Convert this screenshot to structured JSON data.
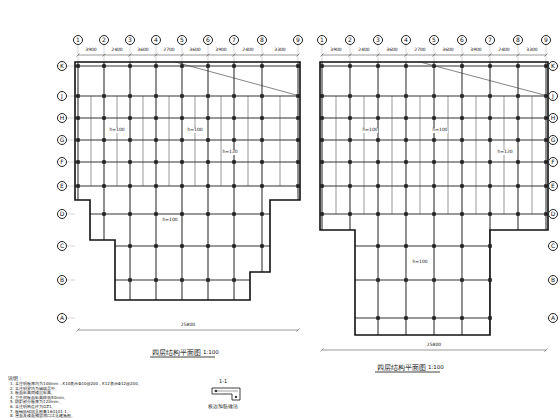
{
  "diagram": {
    "nodes": [
      {
        "text": [
          "1"
        ]
      },
      {
        "text": [
          "2"
        ]
      },
      {
        "text": [
          "3"
        ]
      },
      {
        "text": [
          "4"
        ]
      },
      {
        "text": [
          "5"
        ]
      },
      {
        "text": [
          "6"
        ]
      },
      {
        "text": [
          "7"
        ]
      },
      {
        "text": [
          "8"
        ]
      },
      {
        "text": [
          "9"
        ]
      },
      {
        "text": [
          "1"
        ]
      },
      {
        "text": [
          "2"
        ]
      },
      {
        "text": [
          "3"
        ]
      },
      {
        "text": [
          "4"
        ]
      },
      {
        "text": [
          "5"
        ]
      },
      {
        "text": [
          "6"
        ]
      },
      {
        "text": [
          "7"
        ]
      },
      {
        "text": [
          "8"
        ]
      },
      {
        "text": [
          "9"
        ]
      },
      {
        "text": [
          "K"
        ]
      },
      {
        "text": [
          "J"
        ]
      },
      {
        "text": [
          "H"
        ]
      },
      {
        "text": [
          "G"
        ]
      },
      {
        "text": [
          "F"
        ]
      },
      {
        "text": [
          "E"
        ]
      },
      {
        "text": [
          "D"
        ]
      },
      {
        "text": [
          "C"
        ]
      },
      {
        "text": [
          "B"
        ]
      },
      {
        "text": [
          "A"
        ]
      },
      {
        "text": [
          "K"
        ]
      },
      {
        "text": [
          "J"
        ]
      },
      {
        "text": [
          "H"
        ]
      },
      {
        "text": [
          "G"
        ]
      },
      {
        "text": [
          "F"
        ]
      },
      {
        "text": [
          "E"
        ]
      },
      {
        "text": [
          "D"
        ]
      },
      {
        "text": [
          "C"
        ]
      },
      {
        "text": [
          "B"
        ]
      },
      {
        "text": [
          "A"
        ]
      }
    ],
    "labels": [
      "四层结构平面图",
      "1:100",
      "四层结构平面图",
      "1:100",
      "说明：",
      "1. 未注明板厚均为100mm，K10表示Φ10@200，K12表示Φ12@200。",
      "2. 未注明梁均为轴线居中。",
      "3. 板面标高同楼层标高。",
      "4. 卫生间板面标高降低50mm。",
      "5. 阴影部分板厚为120mm。",
      "6. 未注明构造柱为GZ1。",
      "7. 板钢筋锚固见图集16G101-1。",
      "8. 屋面及楼面预留洞口详见建施图。",
      "1-1",
      "板边加筋做法",
      "3900",
      "2400",
      "3600",
      "2700",
      "3600",
      "3900",
      "2400",
      "3300",
      "3900",
      "2400",
      "3600",
      "2700",
      "3600",
      "3900",
      "2400",
      "3300",
      "25800",
      "25800",
      "h=100",
      "h=100",
      "h=100",
      "h=120",
      "h=100",
      "h=100",
      "h=100",
      "h=120"
    ]
  }
}
